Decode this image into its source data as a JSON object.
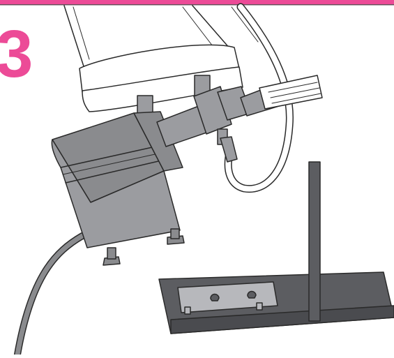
{
  "step": {
    "number": "3"
  },
  "colors": {
    "accent": "#ec4b97",
    "part_dark": "#8a8b8e",
    "part_mid": "#9b9ca0",
    "base_dark": "#5c5d61",
    "base_top": "#707175",
    "insert": "#b7b8bc",
    "outline": "#2a2a2a"
  },
  "illustration": {
    "items": [
      "jar",
      "pump-unit",
      "tubing",
      "power-cord",
      "mounting-base",
      "mounting-bracket"
    ]
  }
}
